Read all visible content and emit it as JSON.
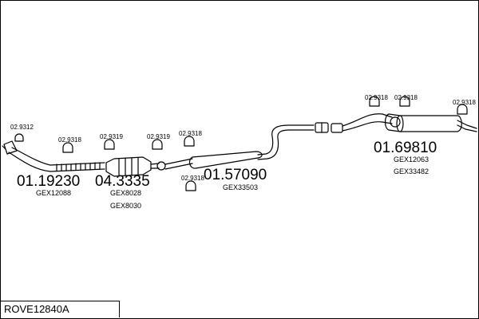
{
  "title": "ROVE12840A",
  "parts": [
    {
      "number": "01.19230",
      "refs": [
        "GEX12088"
      ]
    },
    {
      "number": "04.3335",
      "refs": [
        "GEX8028",
        "GEX8030"
      ]
    },
    {
      "number": "01.57090",
      "refs": [
        "GEX33503"
      ]
    },
    {
      "number": "01.69810",
      "refs": [
        "GEX12063",
        "GEX33482"
      ]
    }
  ],
  "clamps": [
    {
      "label": "02.9312"
    },
    {
      "label": "02.9318"
    },
    {
      "label": "02.9319"
    },
    {
      "label": "02.9319"
    },
    {
      "label": "02.9318"
    },
    {
      "label": "02.9318"
    },
    {
      "label": "02.9318"
    },
    {
      "label": "02.9318"
    },
    {
      "label": "02.9318"
    }
  ]
}
